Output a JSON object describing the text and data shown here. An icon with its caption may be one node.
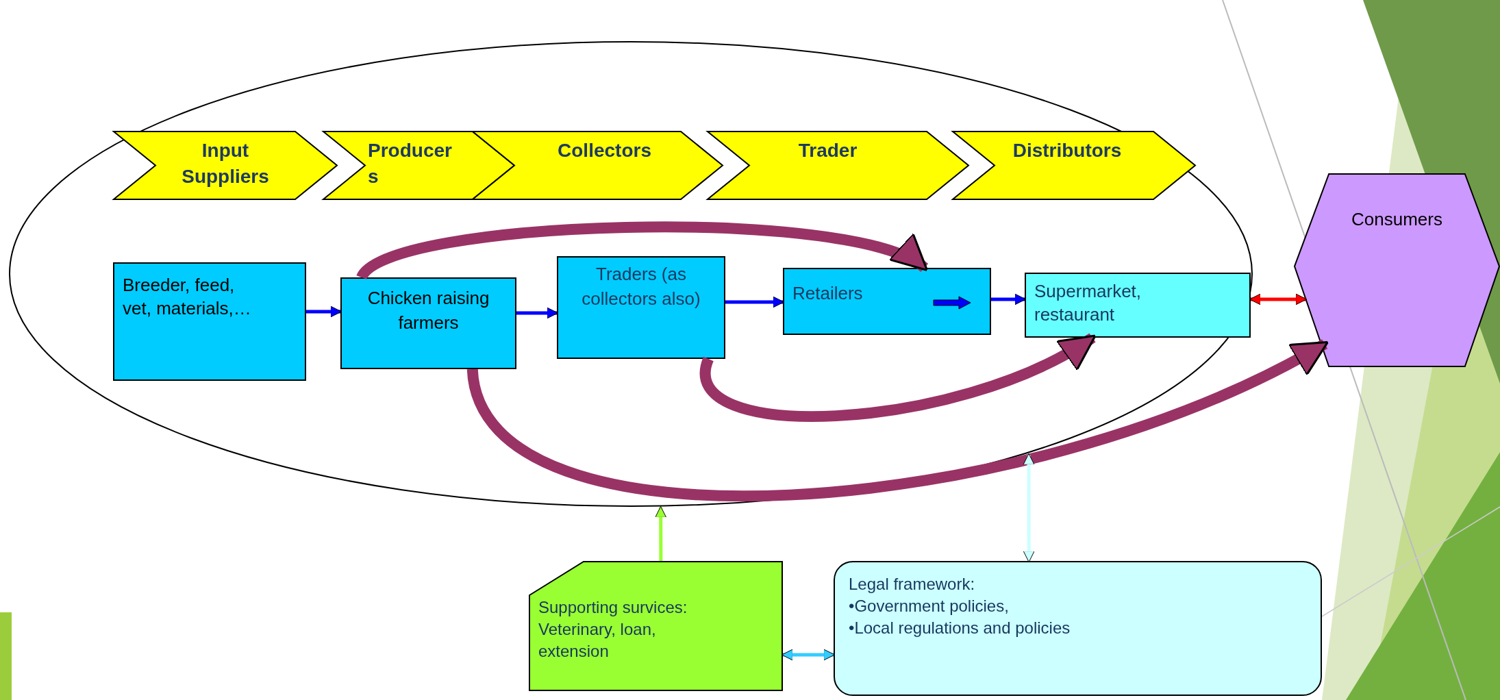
{
  "diagram": {
    "nodes": [
      {
        "text": [],
        "shape": "ellipse"
      },
      {
        "text": [
          "Input Suppliers"
        ],
        "in": 0
      },
      {
        "text": [
          "Producers"
        ],
        "in": 0
      },
      {
        "text": [
          "Collectors"
        ],
        "in": 0
      },
      {
        "text": [
          "Trader"
        ],
        "in": 0
      },
      {
        "text": [
          "Distributors"
        ],
        "in": 0
      },
      {
        "text": [
          "Breeder, feed, vet, materials,…"
        ],
        "in": 0
      },
      {
        "text": [
          "Chicken raising farmers"
        ],
        "in": 0
      },
      {
        "text": [
          "Traders (as collectors also)"
        ],
        "in": 0
      },
      {
        "text": [
          "Retailers"
        ],
        "in": 0
      },
      {
        "text": [
          "Supermarket, restaurant"
        ],
        "in": 0
      },
      {
        "text": [
          "Consumers"
        ]
      },
      {
        "text": [
          "Supporting survices: Veterinary, loan, extension"
        ]
      },
      {
        "text": [
          "Legal framework:",
          "•Government policies,",
          "•Local regulations and policies"
        ]
      }
    ],
    "edges": [
      {
        "from": 6,
        "to": 7,
        "arrow": "to"
      },
      {
        "from": 7,
        "to": 8,
        "arrow": "to"
      },
      {
        "from": 8,
        "to": 9,
        "arrow": "to"
      },
      {
        "from": 9,
        "to": 10,
        "arrow": "to"
      },
      {
        "from": 10,
        "to": 11,
        "arrow": "both",
        "color": "#ff0000"
      },
      {
        "from": 7,
        "to": 9,
        "arrow": "to",
        "style": "thick",
        "color": "#993366"
      },
      {
        "from": 8,
        "to": 10,
        "arrow": "to",
        "style": "thick",
        "color": "#993366"
      },
      {
        "from": 7,
        "to": 11,
        "arrow": "to",
        "style": "thick",
        "color": "#993366"
      },
      {
        "from": 12,
        "to": 0,
        "arrow": "to",
        "color": "#99ff33"
      },
      {
        "from": 13,
        "to": 0,
        "arrow": "both",
        "color": "#ccffff"
      },
      {
        "from": 12,
        "to": 13,
        "arrow": "both",
        "color": "#33ccff"
      }
    ]
  }
}
